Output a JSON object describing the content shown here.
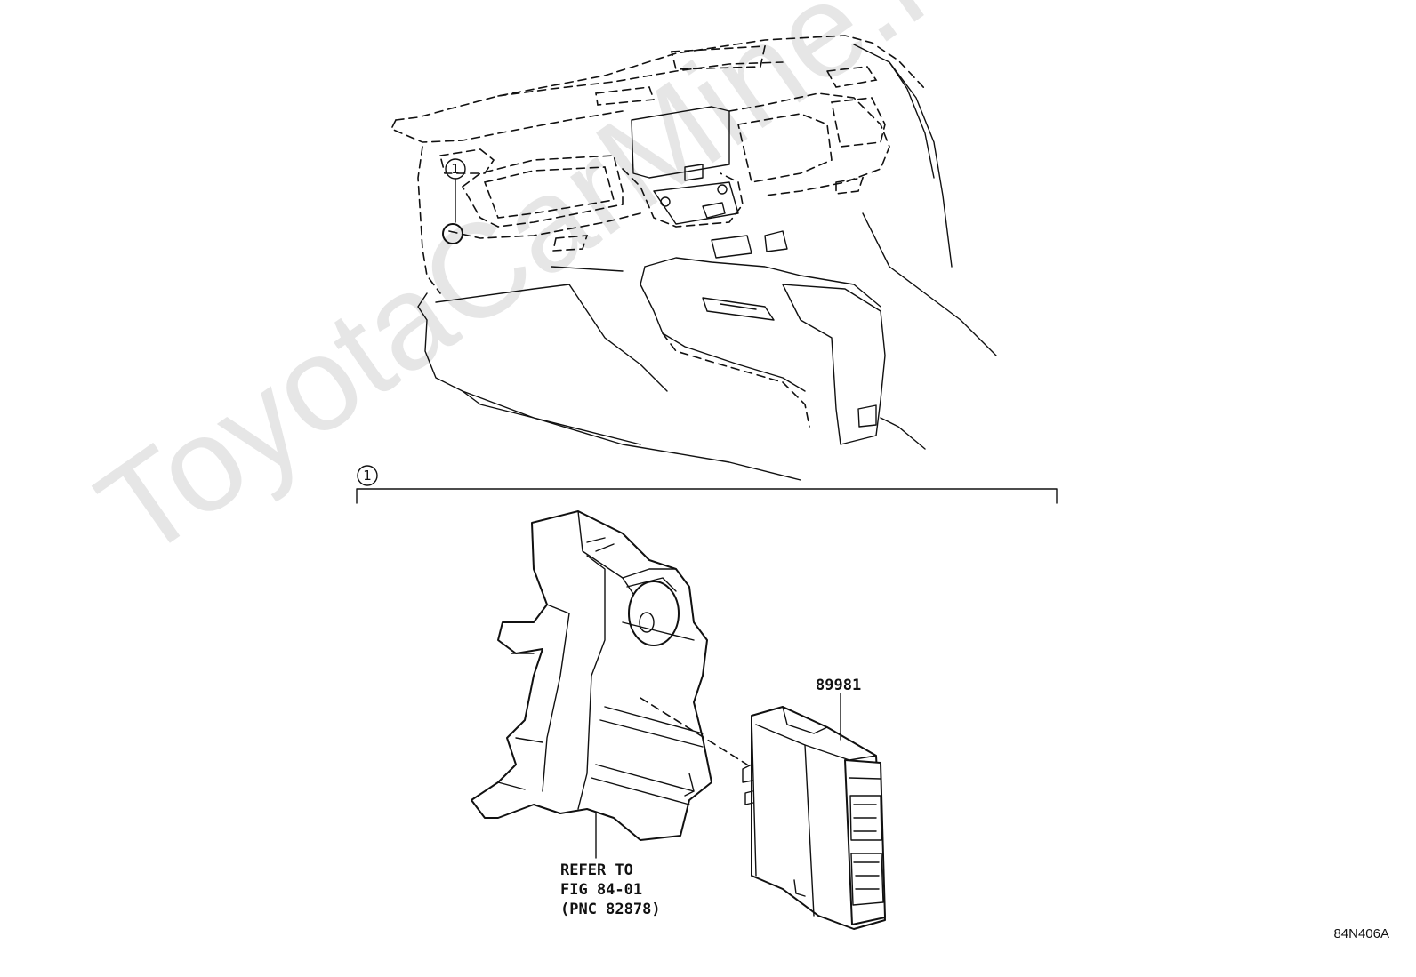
{
  "watermark": "ToyotaCarMine.ru",
  "callout": {
    "number": "1"
  },
  "bracket": {
    "number": "1"
  },
  "parts": [
    {
      "id": "89981",
      "label": "89981"
    }
  ],
  "reference": {
    "line1": "REFER TO",
    "line2": "FIG 84-01",
    "line3": "(PNC 82878)"
  },
  "figure_code": "84N406A"
}
